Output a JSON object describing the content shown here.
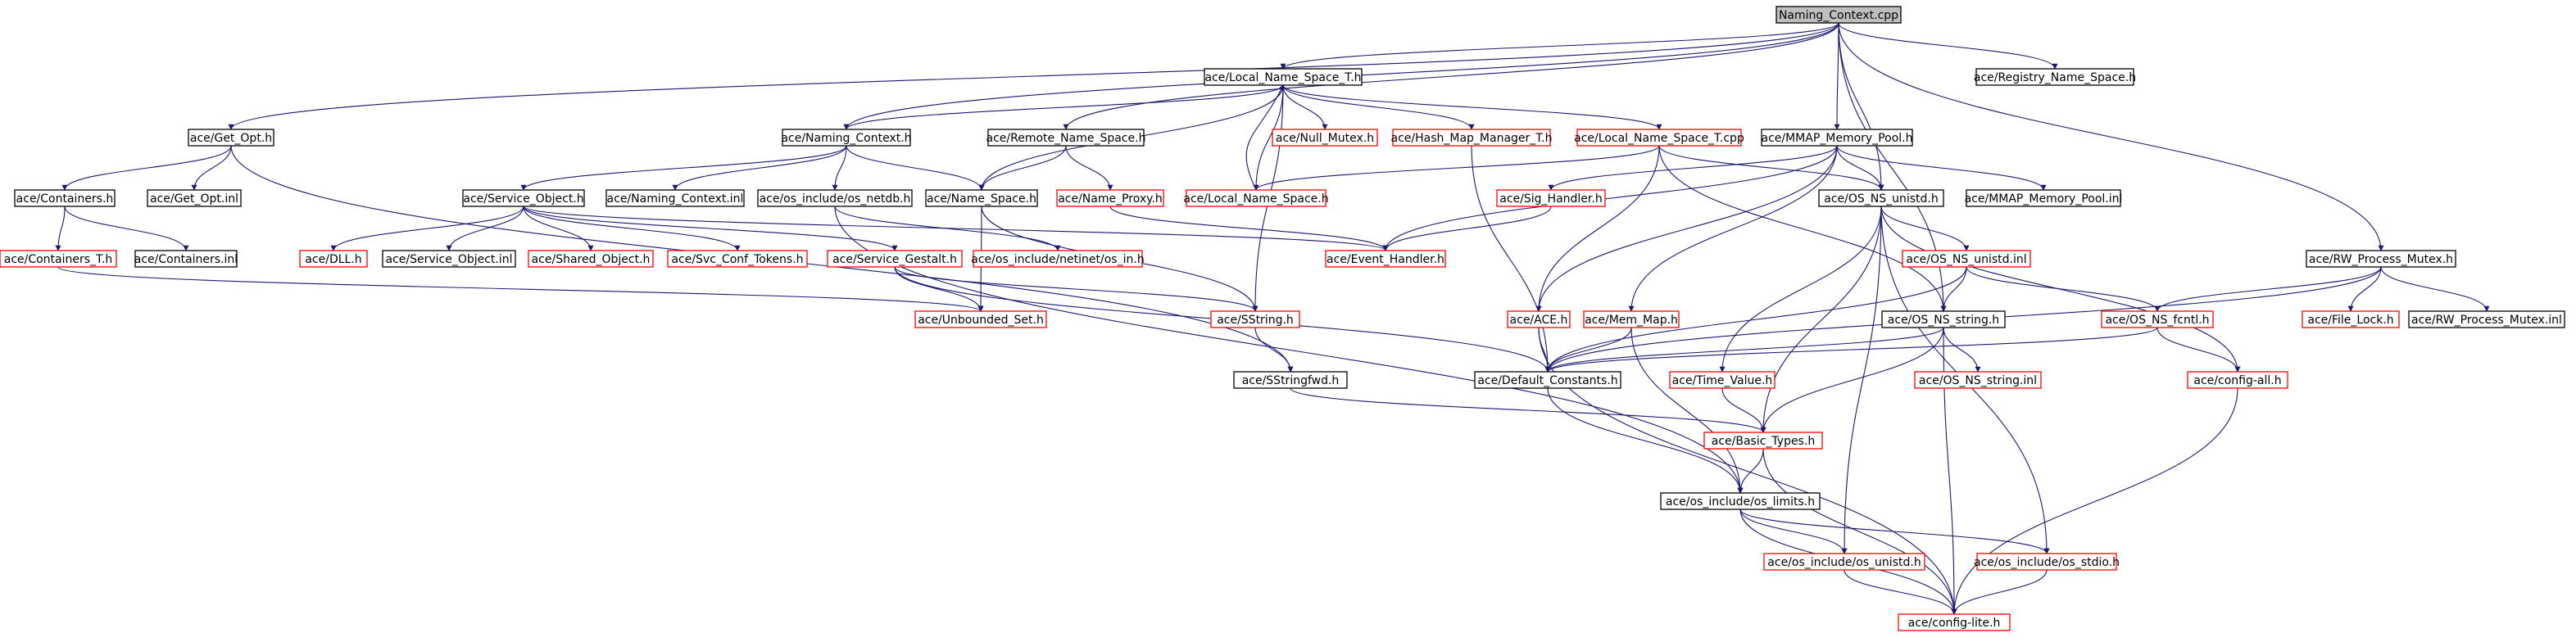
{
  "graph": {
    "edge_color": "#191970",
    "normal_border": "#000000",
    "truncated_border": "#ff0000",
    "root_fill": "#bfbfbf",
    "nodes": [
      {
        "id": "n_root",
        "label": "Naming_Context.cpp",
        "style": "root"
      },
      {
        "id": "n_lnst_h",
        "label": "ace/Local_Name_Space_T.h",
        "style": "normal"
      },
      {
        "id": "n_registry",
        "label": "ace/Registry_Name_Space.h",
        "style": "normal"
      },
      {
        "id": "n_getopt",
        "label": "ace/Get_Opt.h",
        "style": "normal"
      },
      {
        "id": "n_naming",
        "label": "ace/Naming_Context.h",
        "style": "normal"
      },
      {
        "id": "n_remote",
        "label": "ace/Remote_Name_Space.h",
        "style": "normal"
      },
      {
        "id": "n_nullmutex",
        "label": "ace/Null_Mutex.h",
        "style": "red"
      },
      {
        "id": "n_hashmap",
        "label": "ace/Hash_Map_Manager_T.h",
        "style": "red"
      },
      {
        "id": "n_lnst_cpp",
        "label": "ace/Local_Name_Space_T.cpp",
        "style": "red"
      },
      {
        "id": "n_mmap_pool",
        "label": "ace/MMAP_Memory_Pool.h",
        "style": "normal"
      },
      {
        "id": "n_containers",
        "label": "ace/Containers.h",
        "style": "normal"
      },
      {
        "id": "n_getopt_inl",
        "label": "ace/Get_Opt.inl",
        "style": "normal"
      },
      {
        "id": "n_svcobj",
        "label": "ace/Service_Object.h",
        "style": "normal"
      },
      {
        "id": "n_naming_inl",
        "label": "ace/Naming_Context.inl",
        "style": "normal"
      },
      {
        "id": "n_netdb",
        "label": "ace/os_include/os_netdb.h",
        "style": "normal"
      },
      {
        "id": "n_namespace",
        "label": "ace/Name_Space.h",
        "style": "normal"
      },
      {
        "id": "n_nameproxy",
        "label": "ace/Name_Proxy.h",
        "style": "red"
      },
      {
        "id": "n_local_ns",
        "label": "ace/Local_Name_Space.h",
        "style": "red"
      },
      {
        "id": "n_sighandler",
        "label": "ace/Sig_Handler.h",
        "style": "red"
      },
      {
        "id": "n_os_unistd",
        "label": "ace/OS_NS_unistd.h",
        "style": "normal"
      },
      {
        "id": "n_mmap_inl",
        "label": "ace/MMAP_Memory_Pool.inl",
        "style": "normal"
      },
      {
        "id": "n_containers_t",
        "label": "ace/Containers_T.h",
        "style": "red"
      },
      {
        "id": "n_containers_inl",
        "label": "ace/Containers.inl",
        "style": "normal"
      },
      {
        "id": "n_dll",
        "label": "ace/DLL.h",
        "style": "red"
      },
      {
        "id": "n_svcobj_inl",
        "label": "ace/Service_Object.inl",
        "style": "normal"
      },
      {
        "id": "n_shared",
        "label": "ace/Shared_Object.h",
        "style": "red"
      },
      {
        "id": "n_svcconf",
        "label": "ace/Svc_Conf_Tokens.h",
        "style": "red"
      },
      {
        "id": "n_gestalt",
        "label": "ace/Service_Gestalt.h",
        "style": "red"
      },
      {
        "id": "n_netinet",
        "label": "ace/os_include/netinet/os_in.h",
        "style": "red"
      },
      {
        "id": "n_eventh",
        "label": "ace/Event_Handler.h",
        "style": "red"
      },
      {
        "id": "n_os_unistd_inl",
        "label": "ace/OS_NS_unistd.inl",
        "style": "red"
      },
      {
        "id": "n_rwmutex",
        "label": "ace/RW_Process_Mutex.h",
        "style": "normal"
      },
      {
        "id": "n_unbounded",
        "label": "ace/Unbounded_Set.h",
        "style": "red"
      },
      {
        "id": "n_sstring",
        "label": "ace/SString.h",
        "style": "red"
      },
      {
        "id": "n_ace",
        "label": "ace/ACE.h",
        "style": "red"
      },
      {
        "id": "n_memmap",
        "label": "ace/Mem_Map.h",
        "style": "red"
      },
      {
        "id": "n_os_string",
        "label": "ace/OS_NS_string.h",
        "style": "normal"
      },
      {
        "id": "n_os_fcntl",
        "label": "ace/OS_NS_fcntl.h",
        "style": "red"
      },
      {
        "id": "n_filelock",
        "label": "ace/File_Lock.h",
        "style": "red"
      },
      {
        "id": "n_rwmutex_inl",
        "label": "ace/RW_Process_Mutex.inl",
        "style": "normal"
      },
      {
        "id": "n_sstringfwd",
        "label": "ace/SStringfwd.h",
        "style": "normal"
      },
      {
        "id": "n_defconst",
        "label": "ace/Default_Constants.h",
        "style": "normal"
      },
      {
        "id": "n_timevalue",
        "label": "ace/Time_Value.h",
        "style": "red"
      },
      {
        "id": "n_os_string_inl",
        "label": "ace/OS_NS_string.inl",
        "style": "red"
      },
      {
        "id": "n_configall",
        "label": "ace/config-all.h",
        "style": "red"
      },
      {
        "id": "n_basictypes",
        "label": "ace/Basic_Types.h",
        "style": "red"
      },
      {
        "id": "n_oslimits",
        "label": "ace/os_include/os_limits.h",
        "style": "normal"
      },
      {
        "id": "n_osunistd_inc",
        "label": "ace/os_include/os_unistd.h",
        "style": "red"
      },
      {
        "id": "n_osstdio",
        "label": "ace/os_include/os_stdio.h",
        "style": "red"
      },
      {
        "id": "n_configlite",
        "label": "ace/config-lite.h",
        "style": "red"
      }
    ]
  }
}
